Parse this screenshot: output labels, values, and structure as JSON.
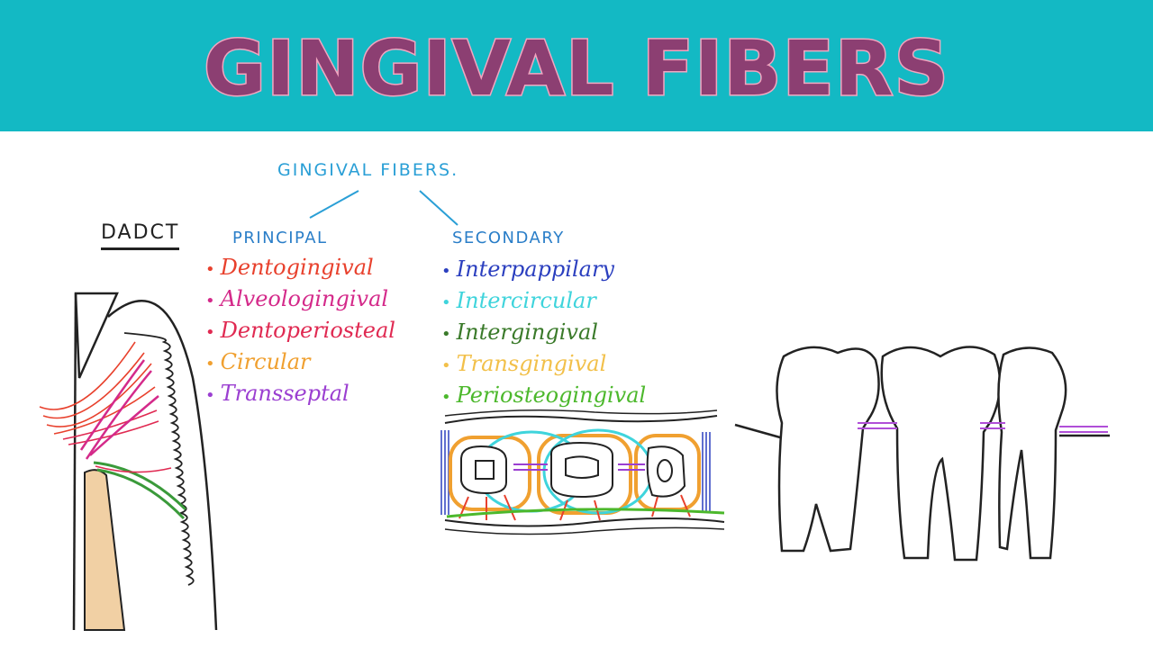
{
  "banner": {
    "title": "GINGIVAL FIBERS",
    "bg_color": "#13b9c4",
    "title_color": "#8c3f72",
    "title_outline_color": "#f2a6c0"
  },
  "tree": {
    "title": "GINGIVAL FIBERS.",
    "principal": {
      "heading": "PRINCIPAL",
      "items": [
        {
          "label": "Dentogingival",
          "color": "#e8412d"
        },
        {
          "label": "Alveologingival",
          "color": "#d42a8a"
        },
        {
          "label": "Dentoperiosteal",
          "color": "#e02a52"
        },
        {
          "label": "Circular",
          "color": "#f0a030"
        },
        {
          "label": "Transseptal",
          "color": "#9b3fd1"
        }
      ]
    },
    "secondary": {
      "heading": "SECONDARY",
      "items": [
        {
          "label": "Interpappilary",
          "color": "#2b3fbf"
        },
        {
          "label": "Intercircular",
          "color": "#3fd4dc"
        },
        {
          "label": "Intergingival",
          "color": "#3a7a2a"
        },
        {
          "label": "Transgingival",
          "color": "#f2c04a"
        },
        {
          "label": "Periosteogingival",
          "color": "#4cb82c"
        }
      ]
    }
  },
  "sketch": {
    "label": "DADCT"
  }
}
